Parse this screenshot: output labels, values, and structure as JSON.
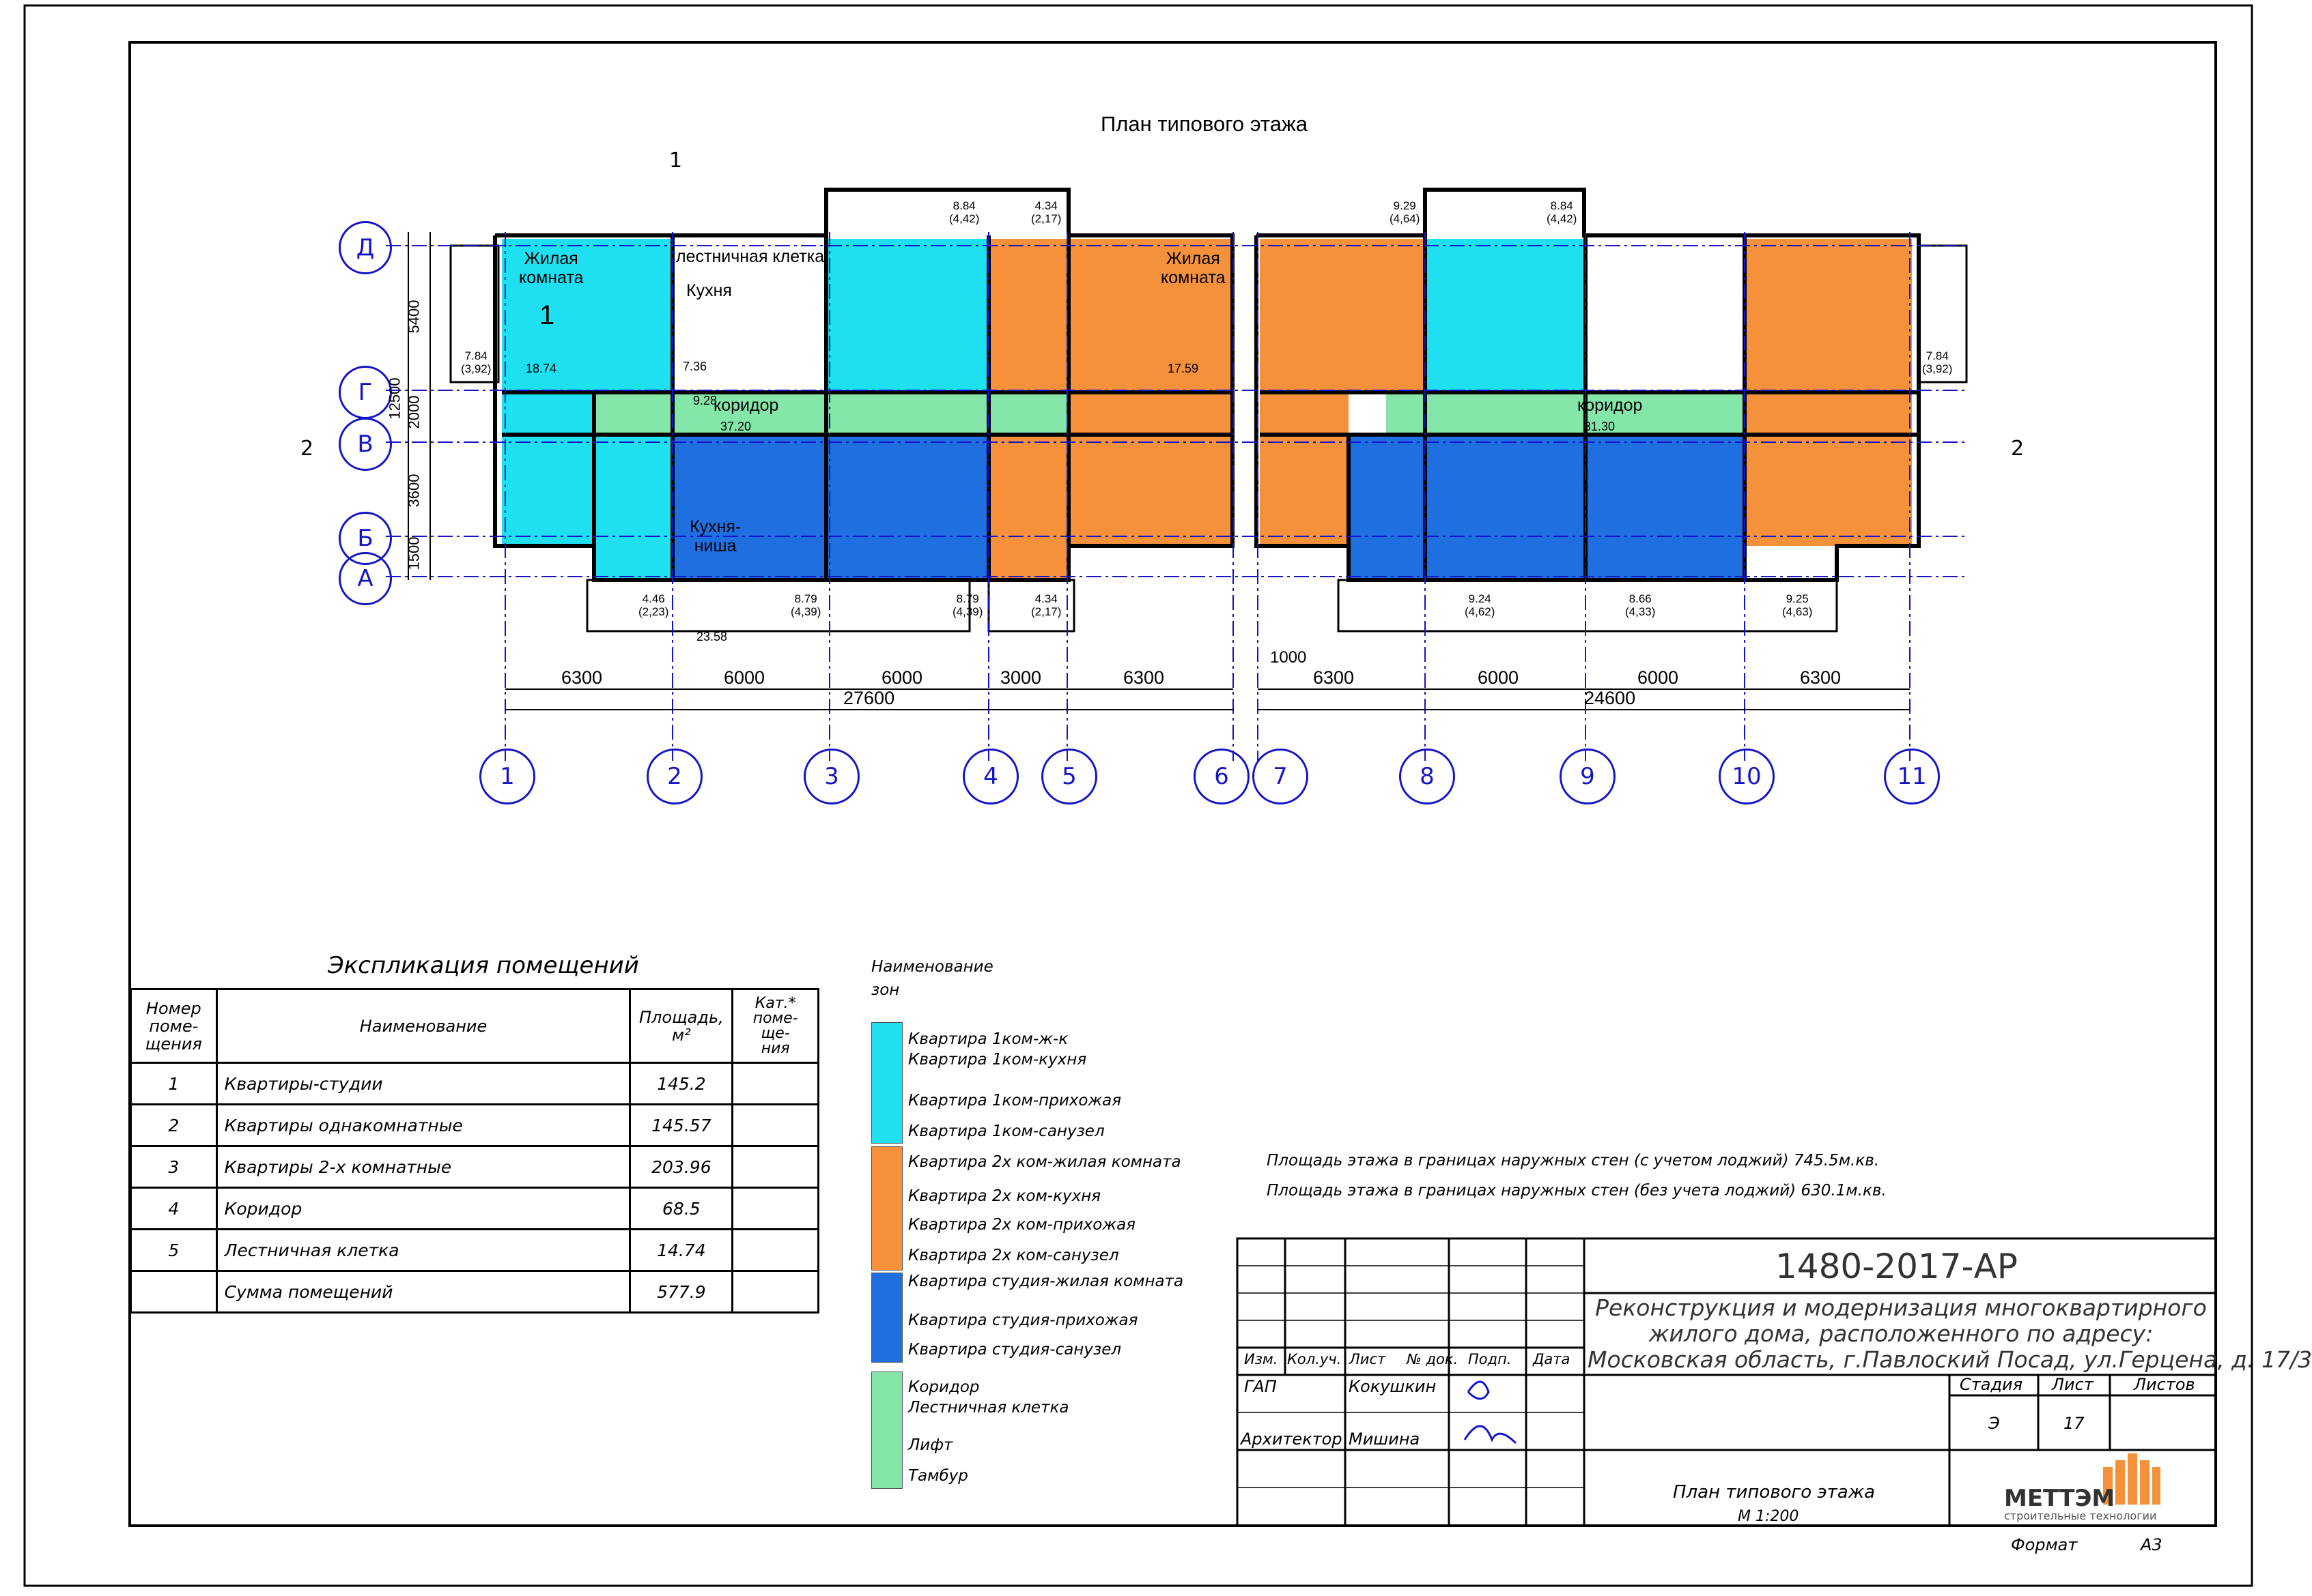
{
  "plan": {
    "title": "План типового этажа",
    "axes_letters": [
      "Д",
      "Г",
      "В",
      "Б",
      "А"
    ],
    "axes_numbers": [
      "1",
      "2",
      "3",
      "4",
      "5",
      "6",
      "7",
      "8",
      "9",
      "10",
      "11"
    ],
    "dims_vertical": [
      "5400",
      "2000",
      "12500",
      "3600",
      "1500"
    ],
    "dims_bottom": [
      "6300",
      "6000",
      "6000",
      "3000",
      "6300",
      "1000",
      "6300",
      "6000",
      "6000",
      "6300"
    ],
    "dims_totals": [
      "27600",
      "24600"
    ],
    "section_marks": [
      "1",
      "2"
    ],
    "rooms": [
      {
        "label": "Жилая\nкомната",
        "num": "1",
        "area": "18.74"
      },
      {
        "label": "Кухня",
        "area": "9.28"
      },
      {
        "label": "лестничная клетка",
        "area": "7.36"
      },
      {
        "label": "коридор",
        "area": "37.20"
      },
      {
        "label": "коридор",
        "area": "31.30"
      },
      {
        "label": "Кухня-\nниша",
        "area": "23.58"
      },
      {
        "label": "Жилая\nкомната",
        "area": "17.59"
      }
    ],
    "balcony_labels": [
      "8.84\n(4,42)",
      "4.34\n(2,17)",
      "9.29\n(4,64)",
      "8.84\n(4,42)",
      "7.84\n(3,92)",
      "7.84\n(3,92)",
      "4.46\n(2,23)",
      "8.79\n(4,39)",
      "8.79\n(4,39)",
      "4.34\n(2,17)",
      "9.24\n(4,62)",
      "8.66\n(4,33)",
      "9.25\n(4,63)"
    ]
  },
  "explication": {
    "title": "Экспликация помещений",
    "headers": [
      "Номер\nпоме-\nщения",
      "Наименование",
      "Площадь,\nм²",
      "Кат.*\nпоме-\nще-\nния"
    ],
    "rows": [
      {
        "n": "1",
        "name": "Квартиры-студии",
        "area": "145.2"
      },
      {
        "n": "2",
        "name": "Квартиры однакомнатные",
        "area": "145.57"
      },
      {
        "n": "3",
        "name": "Квартиры  2-х комнатные",
        "area": "203.96"
      },
      {
        "n": "4",
        "name": "Коридор",
        "area": "68.5"
      },
      {
        "n": "5",
        "name": "Лестничная клетка",
        "area": "14.74"
      },
      {
        "n": "",
        "name": "Сумма помещений",
        "area": "577.9"
      }
    ]
  },
  "legend": {
    "title": "Наименование\nзон",
    "items": [
      "Квартира 1ком-ж-к",
      "Квартира 1ком-кухня",
      "Квартира 1ком-прихожая",
      "Квартира 1ком-санузел",
      "Квартира 2х ком-жилая комната",
      "Квартира 2х ком-кухня",
      "Квартира 2х ком-прихожая",
      "Квартира 2х ком-санузел",
      "Квартира студия-жилая комната",
      "Квартира студия-прихожая",
      "Квартира студия-санузел",
      "Коридор",
      "Лестничная клетка",
      "Лифт",
      "Тамбур"
    ]
  },
  "notes": [
    "Площадь этажа в границах наружных стен (с учетом лоджий) 745.5м.кв.",
    "Площадь этажа в границах наружных стен (без учета лоджий) 630.1м.кв."
  ],
  "stamp": {
    "code": "1480-2017-АР",
    "project": "Реконструкция и модернизация многоквартирного\nжилого дома, расположенного по адресу:\nМосковская область, г.Павлоский Посад, ул.Герцена, д. 17/3",
    "col_headers": [
      "Изм.",
      "Кол.уч.",
      "Лист",
      "№ док.",
      "Подп.",
      "Дата"
    ],
    "role1": "ГАП",
    "name1": "Кокушкин",
    "role2": "Архитектор",
    "name2": "Мишина",
    "stage_label": "Стадия",
    "sheet_label": "Лист",
    "sheets_label": "Листов",
    "stage": "Э",
    "sheet": "17",
    "sheet_title": "План типового этажа",
    "scale": "М 1:200",
    "company": "МЕТТЭМ",
    "company_sub": "строительные технологии",
    "format_label": "Формат",
    "format": "А3"
  },
  "colors": {
    "studio1": "#1ee0f0",
    "two_room": "#f4913a",
    "studio": "#1f6fe0",
    "corridor": "#84e6a8",
    "axis": "#1414c8"
  }
}
